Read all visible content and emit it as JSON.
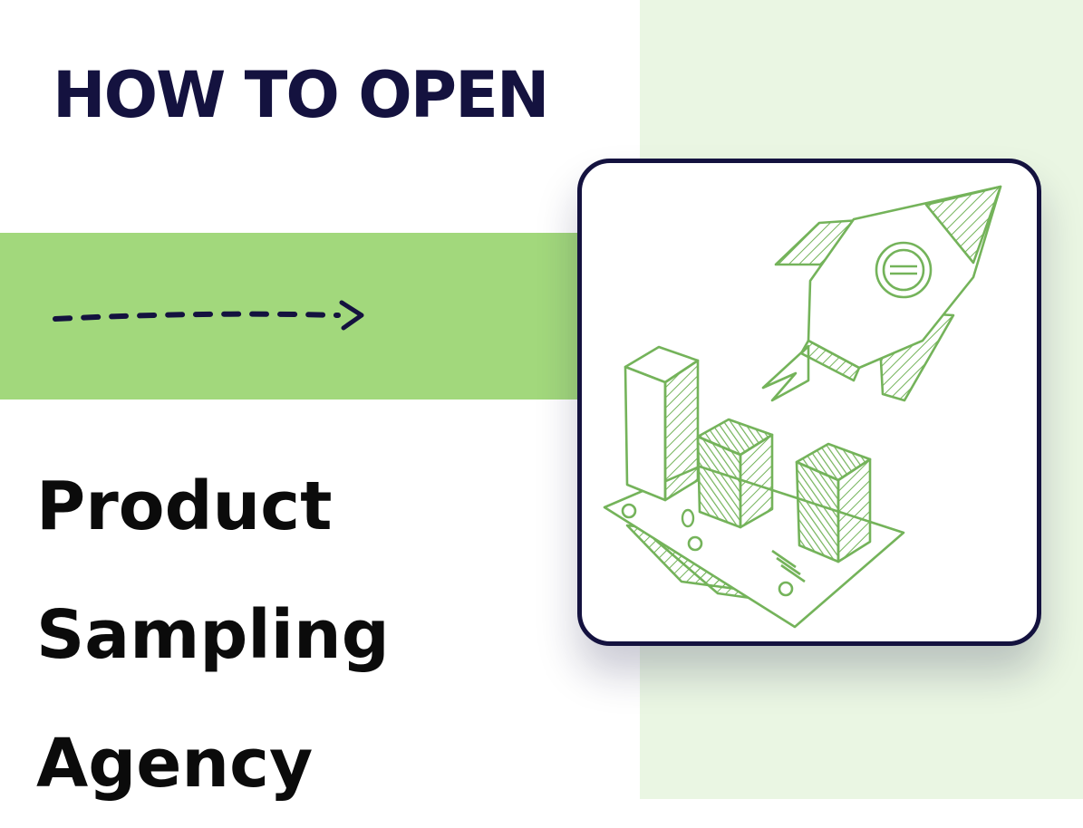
{
  "header": {
    "kicker": "HOW TO OPEN"
  },
  "title": {
    "lines": [
      "Product",
      "Sampling",
      "Agency"
    ]
  },
  "colors": {
    "navy": "#14123f",
    "band_green": "#a2d87c",
    "pale_green": "#eaf6e3",
    "sketch_green": "#74b35a",
    "text_black": "#0b0b0b"
  },
  "illustration": {
    "icons": [
      "rocket-icon",
      "bar-chart-icon",
      "banknote-icon",
      "coin-icon",
      "dashed-arrow-icon"
    ]
  }
}
